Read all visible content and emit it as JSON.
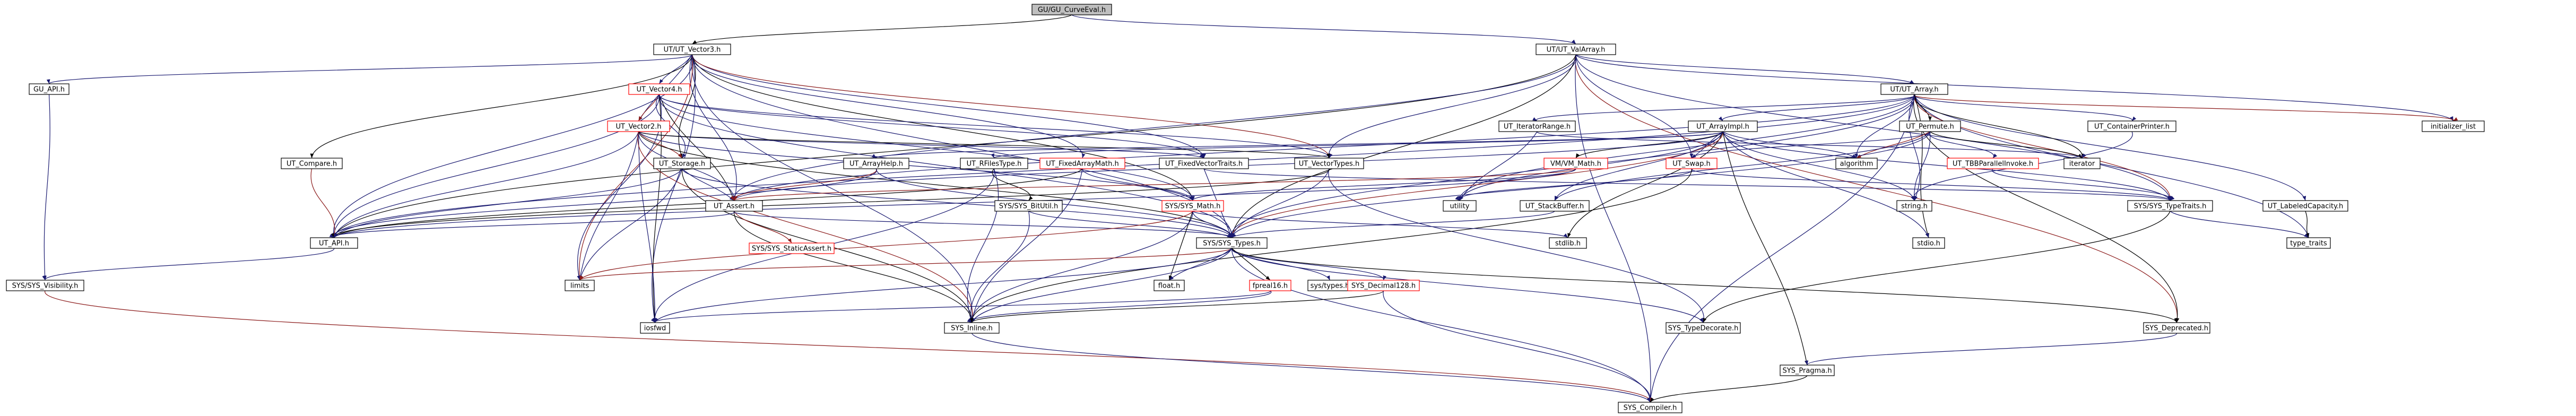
{
  "colors": {
    "background": "#ffffff",
    "node_border": "#000000",
    "node_fill": "#ffffff",
    "root_fill": "#bfbfbf",
    "truncated_border": "#ff0000",
    "edge_primary": "#191970",
    "edge_secondary": "#000000",
    "edge_tertiary": "#8b1a1a"
  },
  "nodes": [
    {
      "id": "root",
      "label": "GU/GU_CurveEval.h",
      "kind": "root"
    },
    {
      "id": "utvector3",
      "label": "UT/UT_Vector3.h",
      "kind": "normal"
    },
    {
      "id": "utvalarray",
      "label": "UT/UT_ValArray.h",
      "kind": "normal"
    },
    {
      "id": "guapi",
      "label": "GU_API.h",
      "kind": "normal"
    },
    {
      "id": "utvector4",
      "label": "UT_Vector4.h",
      "kind": "truncated"
    },
    {
      "id": "utarray",
      "label": "UT/UT_Array.h",
      "kind": "normal"
    },
    {
      "id": "utvector2",
      "label": "UT_Vector2.h",
      "kind": "truncated"
    },
    {
      "id": "utiterrange",
      "label": "UT_IteratorRange.h",
      "kind": "normal"
    },
    {
      "id": "utarrayimpl",
      "label": "UT_ArrayImpl.h",
      "kind": "normal"
    },
    {
      "id": "utpermute",
      "label": "UT_Permute.h",
      "kind": "normal"
    },
    {
      "id": "utcontainerprinter",
      "label": "UT_ContainerPrinter.h",
      "kind": "normal"
    },
    {
      "id": "initlist",
      "label": "initializer_list",
      "kind": "normal"
    },
    {
      "id": "utcompare",
      "label": "UT_Compare.h",
      "kind": "normal"
    },
    {
      "id": "utstorage",
      "label": "UT_Storage.h",
      "kind": "normal"
    },
    {
      "id": "utarrayhelp",
      "label": "UT_ArrayHelp.h",
      "kind": "normal"
    },
    {
      "id": "utrfiletype",
      "label": "UT_RFilesType.h",
      "kind": "normal"
    },
    {
      "id": "utfixedarraymath",
      "label": "UT_FixedArrayMath.h",
      "kind": "truncated"
    },
    {
      "id": "utfixedvectortraits",
      "label": "UT_FixedVectorTraits.h",
      "kind": "normal"
    },
    {
      "id": "utvectortypes",
      "label": "UT_VectorTypes.h",
      "kind": "normal"
    },
    {
      "id": "vmmath",
      "label": "VM/VM_Math.h",
      "kind": "truncated"
    },
    {
      "id": "utswap",
      "label": "UT_Swap.h",
      "kind": "truncated"
    },
    {
      "id": "algorithm",
      "label": "algorithm",
      "kind": "normal"
    },
    {
      "id": "uttbbparallel",
      "label": "UT_TBBParallelInvoke.h",
      "kind": "truncated"
    },
    {
      "id": "iterator",
      "label": "iterator",
      "kind": "normal"
    },
    {
      "id": "utlabeledcap",
      "label": "UT_LabeledCapacity.h",
      "kind": "normal"
    },
    {
      "id": "utassert",
      "label": "UT_Assert.h",
      "kind": "normal"
    },
    {
      "id": "sysbitutil",
      "label": "SYS/SYS_BitUtil.h",
      "kind": "normal"
    },
    {
      "id": "sysmath",
      "label": "SYS/SYS_Math.h",
      "kind": "truncated"
    },
    {
      "id": "utility",
      "label": "utility",
      "kind": "normal"
    },
    {
      "id": "utstackbuffer",
      "label": "UT_StackBuffer.h",
      "kind": "normal"
    },
    {
      "id": "string",
      "label": "string.h",
      "kind": "normal"
    },
    {
      "id": "systypetraits",
      "label": "SYS/SYS_TypeTraits.h",
      "kind": "normal"
    },
    {
      "id": "utapi",
      "label": "UT_API.h",
      "kind": "normal"
    },
    {
      "id": "sysstaticassert",
      "label": "SYS/SYS_StaticAssert.h",
      "kind": "truncated"
    },
    {
      "id": "systypes",
      "label": "SYS/SYS_Types.h",
      "kind": "normal"
    },
    {
      "id": "stdlib",
      "label": "stdlib.h",
      "kind": "normal"
    },
    {
      "id": "stdio",
      "label": "stdio.h",
      "kind": "normal"
    },
    {
      "id": "typetraits",
      "label": "type_traits",
      "kind": "normal"
    },
    {
      "id": "sysvisibility",
      "label": "SYS/SYS_Visibility.h",
      "kind": "normal"
    },
    {
      "id": "limits",
      "label": "limits",
      "kind": "normal"
    },
    {
      "id": "floath",
      "label": "float.h",
      "kind": "normal"
    },
    {
      "id": "fpreal16",
      "label": "fpreal16.h",
      "kind": "truncated"
    },
    {
      "id": "systypesh",
      "label": "sys/types.h",
      "kind": "normal"
    },
    {
      "id": "sysdecimal",
      "label": "SYS_Decimal128.h",
      "kind": "truncated"
    },
    {
      "id": "iosfwd",
      "label": "iosfwd",
      "kind": "normal"
    },
    {
      "id": "sysinline",
      "label": "SYS_Inline.h",
      "kind": "normal"
    },
    {
      "id": "systypedecorate",
      "label": "SYS_TypeDecorate.h",
      "kind": "normal"
    },
    {
      "id": "sysdeprecated",
      "label": "SYS_Deprecated.h",
      "kind": "normal"
    },
    {
      "id": "syspragma",
      "label": "SYS_Pragma.h",
      "kind": "normal"
    },
    {
      "id": "syscompiler",
      "label": "SYS_Compiler.h",
      "kind": "normal"
    }
  ],
  "edges": [
    [
      "root",
      "utvector3"
    ],
    [
      "root",
      "utvalarray"
    ],
    [
      "utvector3",
      "guapi"
    ],
    [
      "utvector3",
      "utvector4"
    ],
    [
      "utvector3",
      "utvector2"
    ],
    [
      "utvector3",
      "utstorage"
    ],
    [
      "utvector3",
      "utfixedvectortraits"
    ],
    [
      "utvector3",
      "utvectortypes"
    ],
    [
      "utvector3",
      "utassert"
    ],
    [
      "utvector3",
      "utapi"
    ],
    [
      "utvector3",
      "sysmath"
    ],
    [
      "utvector3",
      "systypes"
    ],
    [
      "utvector3",
      "sysinline"
    ],
    [
      "utvector3",
      "iosfwd"
    ],
    [
      "utvector3",
      "limits"
    ],
    [
      "utvector3",
      "utcompare"
    ],
    [
      "utvector3",
      "utfixedarraymath"
    ],
    [
      "utvalarray",
      "utarray"
    ],
    [
      "utvalarray",
      "utvectortypes"
    ],
    [
      "utvalarray",
      "utswap"
    ],
    [
      "utvalarray",
      "systypes"
    ],
    [
      "utvalarray",
      "sysdeprecated"
    ],
    [
      "utvalarray",
      "initlist"
    ],
    [
      "utvalarray",
      "systypetraits"
    ],
    [
      "utvalarray",
      "syscompiler"
    ],
    [
      "utvalarray",
      "utapi"
    ],
    [
      "utvalarray",
      "utassert"
    ],
    [
      "guapi",
      "sysvisibility"
    ],
    [
      "utvector4",
      "utvector2"
    ],
    [
      "utvector4",
      "utstorage"
    ],
    [
      "utvector4",
      "utassert"
    ],
    [
      "utvector4",
      "utapi"
    ],
    [
      "utvector4",
      "sysmath"
    ],
    [
      "utvector4",
      "systypes"
    ],
    [
      "utvector4",
      "limits"
    ],
    [
      "utvector4",
      "iosfwd"
    ],
    [
      "utvector4",
      "utfixedvectortraits"
    ],
    [
      "utvector4",
      "utvectortypes"
    ],
    [
      "utarray",
      "utiterrange"
    ],
    [
      "utarray",
      "utarrayimpl"
    ],
    [
      "utarray",
      "utpermute"
    ],
    [
      "utarray",
      "utcontainerprinter"
    ],
    [
      "utarray",
      "initlist"
    ],
    [
      "utarray",
      "utlabeledcap"
    ],
    [
      "utarray",
      "algorithm"
    ],
    [
      "utarray",
      "iterator"
    ],
    [
      "utarray",
      "string"
    ],
    [
      "utarray",
      "typetraits"
    ],
    [
      "utarray",
      "utility"
    ],
    [
      "utarray",
      "systypetraits"
    ],
    [
      "utarray",
      "sysdeprecated"
    ],
    [
      "utarray",
      "systypes"
    ],
    [
      "utarray",
      "utapi"
    ],
    [
      "utarray",
      "utassert"
    ],
    [
      "utarray",
      "syscompiler"
    ],
    [
      "utarray",
      "stdio"
    ],
    [
      "utvector2",
      "utstorage"
    ],
    [
      "utvector2",
      "utassert"
    ],
    [
      "utvector2",
      "utapi"
    ],
    [
      "utvector2",
      "sysmath"
    ],
    [
      "utvector2",
      "systypes"
    ],
    [
      "utvector2",
      "iosfwd"
    ],
    [
      "utvector2",
      "limits"
    ],
    [
      "utvector2",
      "sysinline"
    ],
    [
      "utvector2",
      "utfixedvectortraits"
    ],
    [
      "utvector2",
      "utvectortypes"
    ],
    [
      "utiterrange",
      "iterator"
    ],
    [
      "utiterrange",
      "utility"
    ],
    [
      "utarrayimpl",
      "utarrayhelp"
    ],
    [
      "utarrayimpl",
      "utrfiletype"
    ],
    [
      "utarrayimpl",
      "vmmath"
    ],
    [
      "utarrayimpl",
      "utswap"
    ],
    [
      "utarrayimpl",
      "algorithm"
    ],
    [
      "utarrayimpl",
      "string"
    ],
    [
      "utarrayimpl",
      "utility"
    ],
    [
      "utarrayimpl",
      "stdlib"
    ],
    [
      "utarrayimpl",
      "stdio"
    ],
    [
      "utarrayimpl",
      "systypes"
    ],
    [
      "utarrayimpl",
      "utassert"
    ],
    [
      "utarrayimpl",
      "utstackbuffer"
    ],
    [
      "utarrayimpl",
      "syspragma"
    ],
    [
      "utarrayimpl",
      "systypetraits"
    ],
    [
      "utpermute",
      "utswap"
    ],
    [
      "utpermute",
      "uttbbparallel"
    ],
    [
      "utpermute",
      "algorithm"
    ],
    [
      "utpermute",
      "iterator"
    ],
    [
      "utpermute",
      "string"
    ],
    [
      "utpermute",
      "systypes"
    ],
    [
      "utpermute",
      "utstackbuffer"
    ],
    [
      "utcontainerprinter",
      "string"
    ],
    [
      "utlabeledcap",
      "typetraits"
    ],
    [
      "utcompare",
      "utapi"
    ],
    [
      "utstorage",
      "utapi"
    ],
    [
      "utstorage",
      "utassert"
    ],
    [
      "utstorage",
      "systypes"
    ],
    [
      "utstorage",
      "sysinline"
    ],
    [
      "utstorage",
      "limits"
    ],
    [
      "utarrayhelp",
      "utapi"
    ],
    [
      "utarrayhelp",
      "utassert"
    ],
    [
      "utarrayhelp",
      "systypes"
    ],
    [
      "utrfiletype",
      "sysbitutil"
    ],
    [
      "utrfiletype",
      "sysinline"
    ],
    [
      "utrfiletype",
      "iosfwd"
    ],
    [
      "utfixedarraymath",
      "sysmath"
    ],
    [
      "utfixedarraymath",
      "sysinline"
    ],
    [
      "utfixedarraymath",
      "utapi"
    ],
    [
      "utfixedvectortraits",
      "systypes"
    ],
    [
      "utfixedvectortraits",
      "systypetraits"
    ],
    [
      "utvectortypes",
      "systypes"
    ],
    [
      "utvectortypes",
      "systypedecorate"
    ],
    [
      "utvectortypes",
      "utapi"
    ],
    [
      "vmmath",
      "sysmath"
    ],
    [
      "vmmath",
      "utassert"
    ],
    [
      "vmmath",
      "utapi"
    ],
    [
      "utswap",
      "utility"
    ],
    [
      "utswap",
      "sysinline"
    ],
    [
      "utswap",
      "systypetraits"
    ],
    [
      "uttbbparallel",
      "systypetraits"
    ],
    [
      "utassert",
      "utapi"
    ],
    [
      "utassert",
      "sysstaticassert"
    ],
    [
      "utassert",
      "sysinline"
    ],
    [
      "utassert",
      "systypes"
    ],
    [
      "sysbitutil",
      "systypes"
    ],
    [
      "sysbitutil",
      "sysinline"
    ],
    [
      "sysmath",
      "systypes"
    ],
    [
      "sysmath",
      "floath"
    ],
    [
      "sysmath",
      "limits"
    ],
    [
      "sysmath",
      "stdlib"
    ],
    [
      "sysmath",
      "sysinline"
    ],
    [
      "utstackbuffer",
      "systypes"
    ],
    [
      "systypetraits",
      "systypedecorate"
    ],
    [
      "systypetraits",
      "typetraits"
    ],
    [
      "utapi",
      "sysvisibility"
    ],
    [
      "systypes",
      "limits"
    ],
    [
      "systypes",
      "floath"
    ],
    [
      "systypes",
      "fpreal16"
    ],
    [
      "systypes",
      "systypesh"
    ],
    [
      "systypes",
      "sysdecimal"
    ],
    [
      "systypes",
      "sysinline"
    ],
    [
      "systypes",
      "systypedecorate"
    ],
    [
      "systypes",
      "sysdeprecated"
    ],
    [
      "systypes",
      "syscompiler"
    ],
    [
      "systypes",
      "iosfwd"
    ],
    [
      "fpreal16",
      "sysinline"
    ],
    [
      "fpreal16",
      "iosfwd"
    ],
    [
      "sysdecimal",
      "sysinline"
    ],
    [
      "sysdecimal",
      "syscompiler"
    ],
    [
      "sysvisibility",
      "syscompiler"
    ],
    [
      "sysinline",
      "syscompiler"
    ],
    [
      "sysdeprecated",
      "syspragma"
    ],
    [
      "syspragma",
      "syscompiler"
    ]
  ]
}
